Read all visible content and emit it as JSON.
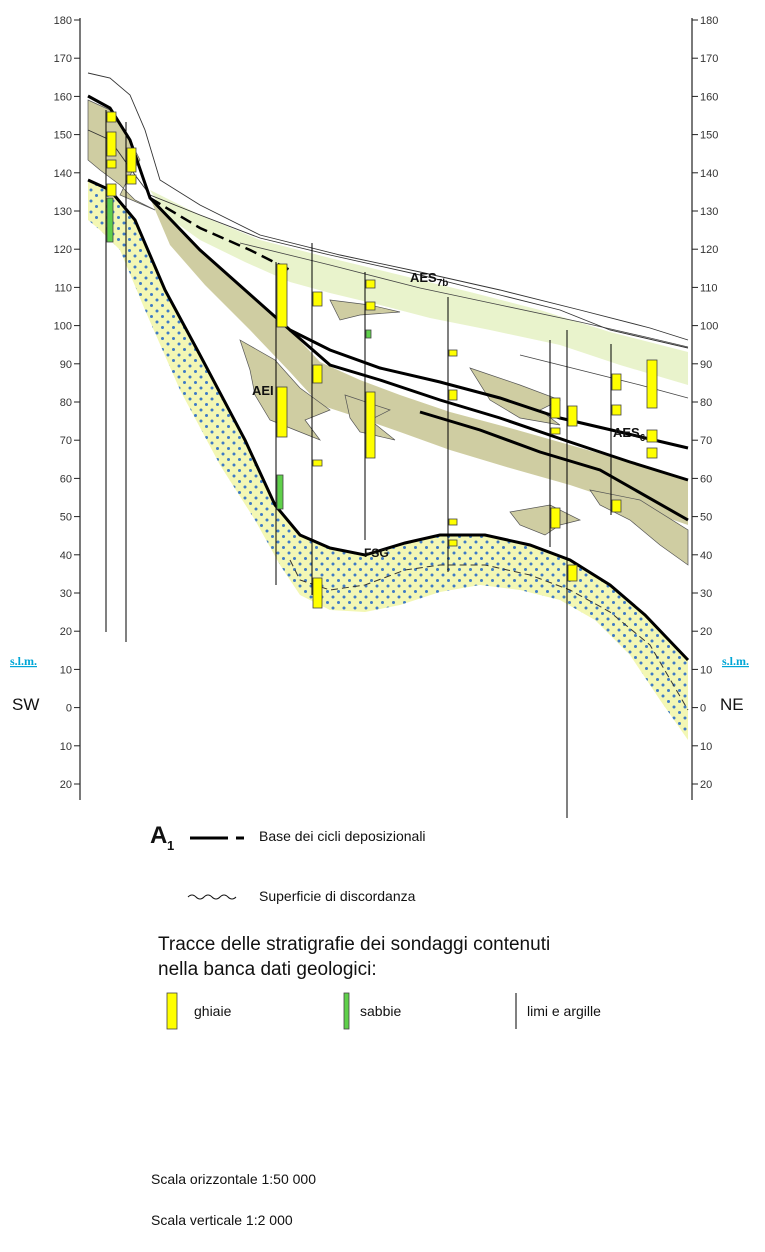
{
  "section": {
    "orientation": {
      "left": "SW",
      "right": "NE"
    },
    "datum_label": "s.l.m.",
    "axis_ticks": [
      "180",
      "170",
      "160",
      "150",
      "140",
      "130",
      "120",
      "110",
      "100",
      "90",
      "80",
      "70",
      "60",
      "50",
      "40",
      "30",
      "20",
      "10",
      "0",
      "10",
      "20"
    ],
    "units": [
      {
        "id": "aes7b",
        "label": "AES",
        "sub": "7b"
      },
      {
        "id": "aes6",
        "label": "AES",
        "sub": "6"
      },
      {
        "id": "aei",
        "label": "AEI"
      },
      {
        "id": "fsg",
        "label": "FSG"
      }
    ]
  },
  "legend": {
    "base_symbol": "A",
    "base_symbol_sub": "1",
    "base_label": "Base dei cicli deposizionali",
    "discordance_label": "Superficie di discordanza",
    "title_line1": "Tracce delle stratigrafie dei sondaggi contenuti",
    "title_line2": "nella banca dati geologici:",
    "lithologies": [
      {
        "label": "ghiaie",
        "color": "#ffff00"
      },
      {
        "label": "sabbie",
        "color": "#5fd04a"
      },
      {
        "label": "limi e argille",
        "color": "#000000"
      }
    ]
  },
  "scale": {
    "horizontal": "Scala orizzontale 1:50 000",
    "vertical": "Scala verticale 1:2 000"
  },
  "colors": {
    "gravel": "#ffff00",
    "sand": "#5fd04a",
    "olive_unit": "#cfcda2",
    "pale_green_unit": "#e9f3cc",
    "fsg_fill": "#f3f7b4",
    "fsg_dots": "#1e64c8",
    "datum": "#00a6d6"
  }
}
